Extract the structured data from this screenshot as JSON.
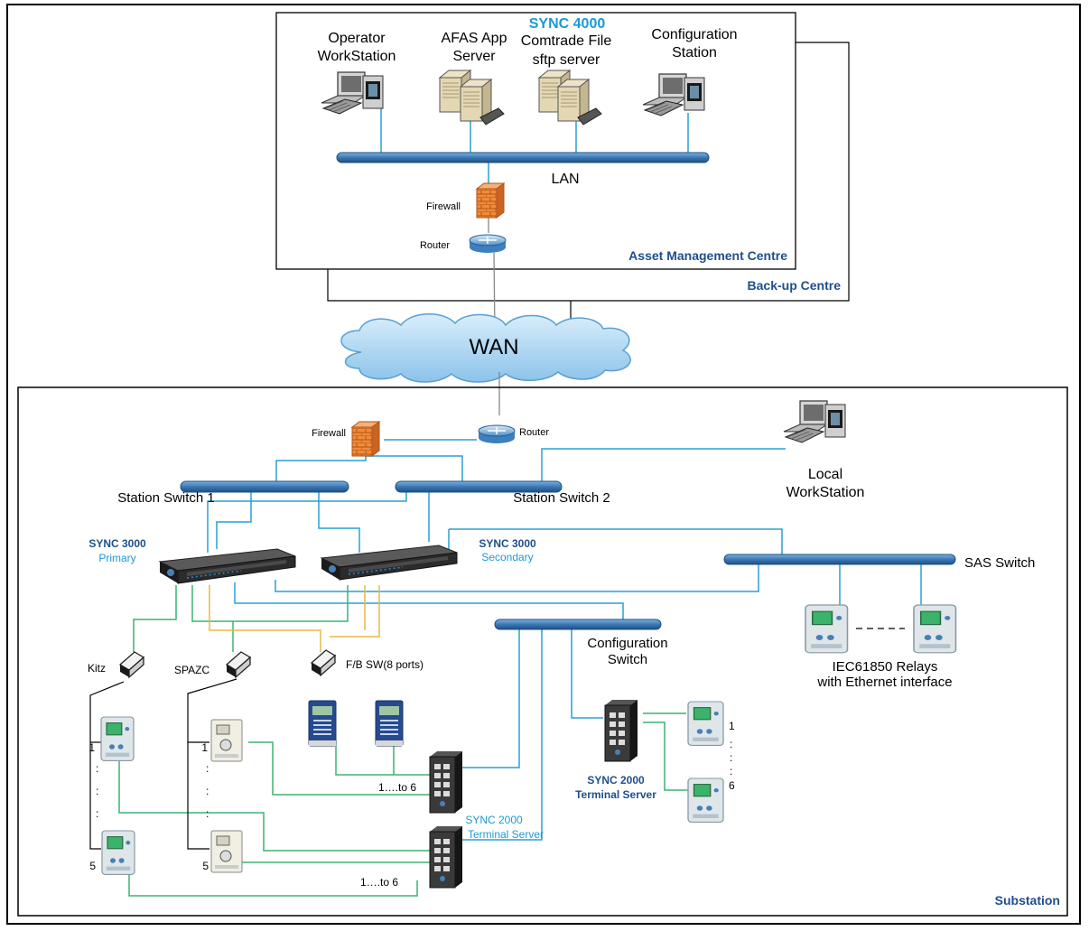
{
  "amc": {
    "title": "Asset Management Centre",
    "backup_title": "Back-up Centre",
    "sync4000": "SYNC 4000",
    "operator_ws": [
      "Operator",
      "WorkStation"
    ],
    "afas_server": [
      "AFAS App",
      "Server"
    ],
    "comtrade_server": [
      "Comtrade File",
      "sftp server"
    ],
    "config_station": [
      "Configuration",
      "Station"
    ],
    "lan": "LAN",
    "firewall": "Firewall",
    "router": "Router"
  },
  "wan": "WAN",
  "substation": {
    "title": "Substation",
    "firewall": "Firewall",
    "router": "Router",
    "local_ws": [
      "Local",
      "WorkStation"
    ],
    "station_switch_1": "Station Switch 1",
    "station_switch_2": "Station Switch 2",
    "sync3000_primary": [
      "SYNC 3000",
      "Primary"
    ],
    "sync3000_secondary": [
      "SYNC 3000",
      "Secondary"
    ],
    "sas_switch": "SAS Switch",
    "config_switch": [
      "Configuration",
      "Switch"
    ],
    "iec_relays": [
      "IEC61850 Relays",
      "with Ethernet interface"
    ],
    "kitz": "Kitz",
    "spazc": "SPAZC",
    "fb_sw": "F/B SW(8 ports)",
    "sync2000_mid": [
      "SYNC 2000",
      "Terminal Server"
    ],
    "sync2000_right": [
      "SYNC 2000",
      "Terminal Server"
    ],
    "one_to_six_a": "1….to 6",
    "one_to_six_b": "1….to 6",
    "num_1": "1",
    "num_5": "5",
    "num_6": "6",
    "dots": ":"
  },
  "colors": {
    "cyan_line": "#2a9fd6",
    "green_line": "#3cb371",
    "yellow_line": "#e6b84a",
    "bus_fill": "#3c78b4",
    "navy_text": "#1f4e8c",
    "blue_text": "#1a9ad6"
  }
}
